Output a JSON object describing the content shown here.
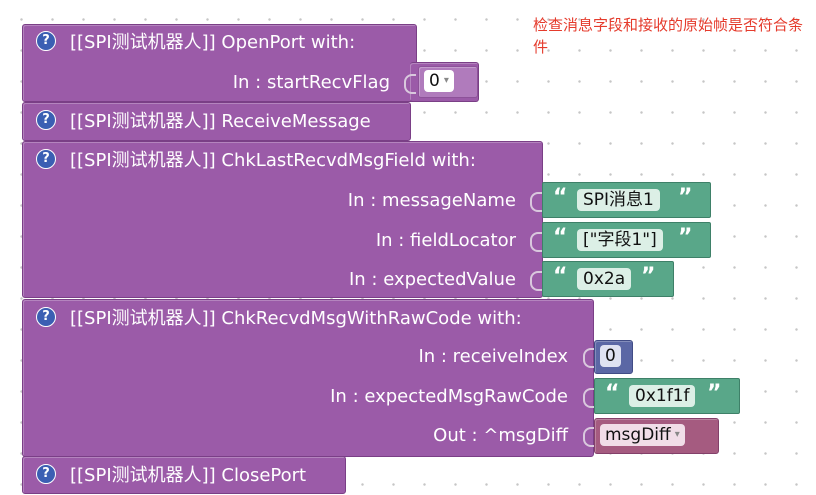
{
  "note": "检查消息字段和接收的原始帧是否符合条件",
  "blocks": [
    {
      "help": "?",
      "title": "[[SPI测试机器人]]  OpenPort  with:",
      "params": [
        {
          "label": "In : startRecvFlag",
          "value": "0"
        }
      ]
    },
    {
      "help": "?",
      "title": "[[SPI测试机器人]]  ReceiveMessage"
    },
    {
      "help": "?",
      "title": "[[SPI测试机器人]]  ChkLastRecvdMsgField  with:",
      "params": [
        {
          "label": "In : messageName",
          "value": "SPI消息1"
        },
        {
          "label": "In : fieldLocator",
          "value": "[\"字段1\"]"
        },
        {
          "label": "In : expectedValue",
          "value": "0x2a"
        }
      ]
    },
    {
      "help": "?",
      "title": "[[SPI测试机器人]]  ChkRecvdMsgWithRawCode  with:",
      "params": [
        {
          "label": "In : receiveIndex",
          "value": "0"
        },
        {
          "label": "In : expectedMsgRawCode",
          "value": "0x1f1f"
        },
        {
          "label": "Out : ^msgDiff",
          "value": "msgDiff"
        }
      ]
    },
    {
      "help": "?",
      "title": "[[SPI测试机器人]]  ClosePort"
    }
  ],
  "quote_open": "“",
  "quote_close": "”",
  "dropdown_arrow": "▾",
  "colors": {
    "procedure_block": "#9b5ba8",
    "text_block": "#59a789",
    "number_block": "#5b67a5",
    "variable_block": "#a55b80",
    "help_icon": "#3b5fb3",
    "note_text": "#e53b2c"
  }
}
